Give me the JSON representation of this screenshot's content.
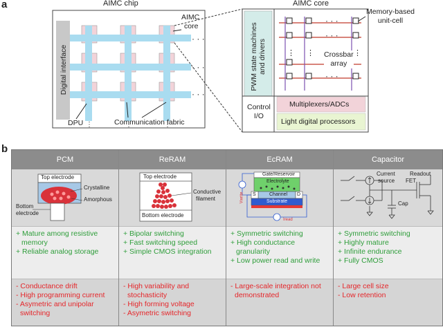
{
  "panel_a": {
    "letter": "a",
    "chip_title": "AIMC chip",
    "core_title": "AIMC core",
    "aimc_core_label_1": "AIMC",
    "aimc_core_label_2": "core",
    "digital_interface": "Digital interface",
    "dpu": "DPU",
    "communication_fabric": "Communication fabric",
    "pwm_label_1": "PWM state machines",
    "pwm_label_2": "and drivers",
    "control_label_1": "Control",
    "control_label_2": "I/O",
    "memory_unit_label_1": "Memory-based",
    "memory_unit_label_2": "unit-cell",
    "crossbar_label_1": "Crossbar",
    "crossbar_label_2": "array",
    "multiplexers": "Multiplexers/ADCs",
    "light_digital": "Light digital processors",
    "colors": {
      "pink": "#f2d3d9",
      "blue": "#a9dcf0",
      "gray": "#c8c8c8",
      "teal": "#d4ece9",
      "green_light": "#e9f5d2",
      "cross_red": "#c0392b",
      "cross_purple": "#7b4fb0"
    }
  },
  "panel_b": {
    "letter": "b",
    "columns": [
      {
        "header": "PCM",
        "diagram_labels": {
          "top": "Top electrode",
          "crystalline": "Crystalline",
          "amorphous": "Amorphous",
          "bottom_1": "Bottom",
          "bottom_2": "electrode"
        },
        "pros": [
          "+ Mature among resistive",
          "memory",
          "+ Reliable analog storage"
        ],
        "cons": [
          "- Conductance drift",
          "- High programming current",
          "- Asymetric and unipolar",
          "switching"
        ]
      },
      {
        "header": "ReRAM",
        "diagram_labels": {
          "top": "Top electrode",
          "bottom": "Bottom electrode",
          "filament_1": "Conductive",
          "filament_2": "filament"
        },
        "pros": [
          "+ Bipolar switching",
          "+ Fast switching speed",
          "+ Simple CMOS integration"
        ],
        "cons": [
          "- High variability and",
          "stochasticity",
          "- High forming voltage",
          "- Asymetric switching"
        ]
      },
      {
        "header": "EcRAM",
        "diagram_labels": {
          "gate": "Gate/Reservoir",
          "electrolyte": "Electrolyte",
          "channel": "Channel",
          "s": "S",
          "d": "D",
          "substrate": "Substrate",
          "write": "Vwrite",
          "read": "Iread"
        },
        "pros": [
          "+ Symmetric switching",
          "+ High conductance",
          "granularity",
          "+ Low power read and write"
        ],
        "cons": [
          "- Large-scale integration not",
          "demonstrated"
        ]
      },
      {
        "header": "Capacitor",
        "diagram_labels": {
          "current_1": "Current",
          "current_2": "source",
          "readout_1": "Readout",
          "readout_2": "FET",
          "cap": "Cap"
        },
        "pros": [
          "+ Symmetric switching",
          "+ Highly mature",
          "+ Infinite endurance",
          "+ Fully CMOS"
        ],
        "cons": [
          "- Large cell size",
          "- Low retention"
        ]
      }
    ],
    "colors": {
      "header": "#8c8c8c",
      "pros_text": "#2e9d3a",
      "cons_text": "#e5262a"
    }
  }
}
